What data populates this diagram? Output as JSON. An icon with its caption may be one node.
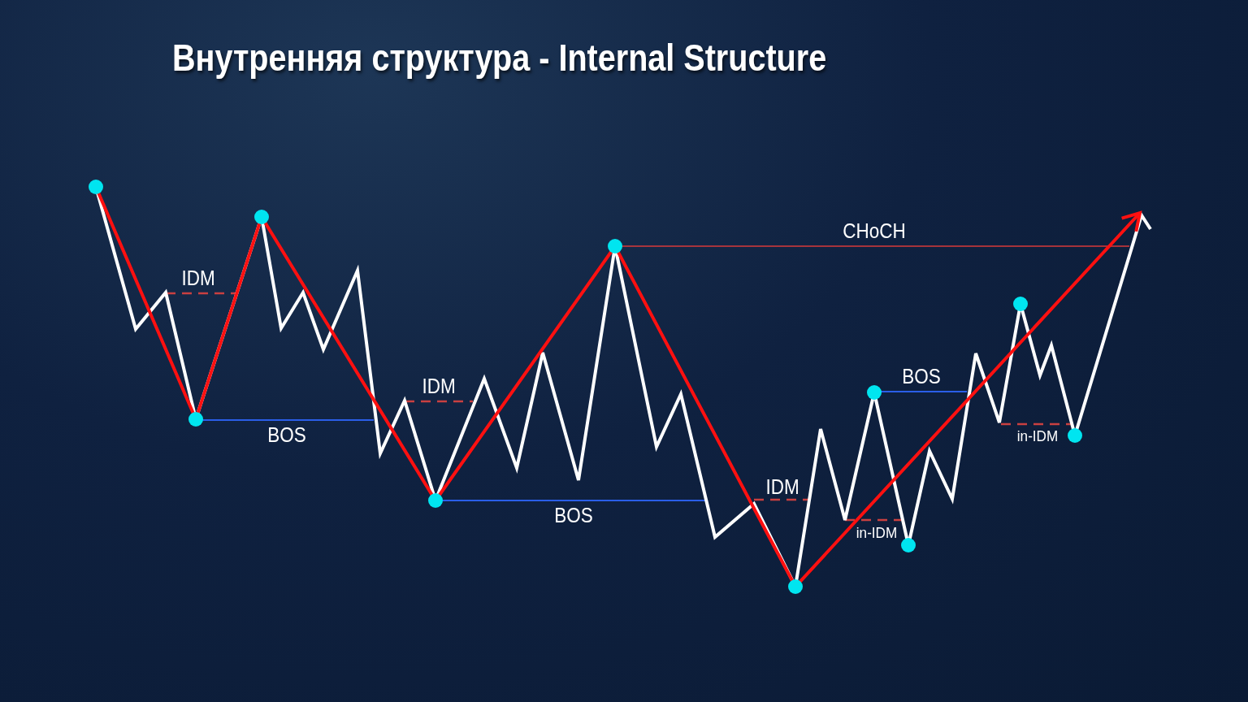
{
  "diagram": {
    "title": "Внутренняя структура - Internal Structure",
    "labels": [
      "CHoCH",
      "IDM",
      "BOS",
      "IDM",
      "BOS",
      "in-IDM",
      "IDM",
      "BOS",
      "in-IDM"
    ]
  }
}
